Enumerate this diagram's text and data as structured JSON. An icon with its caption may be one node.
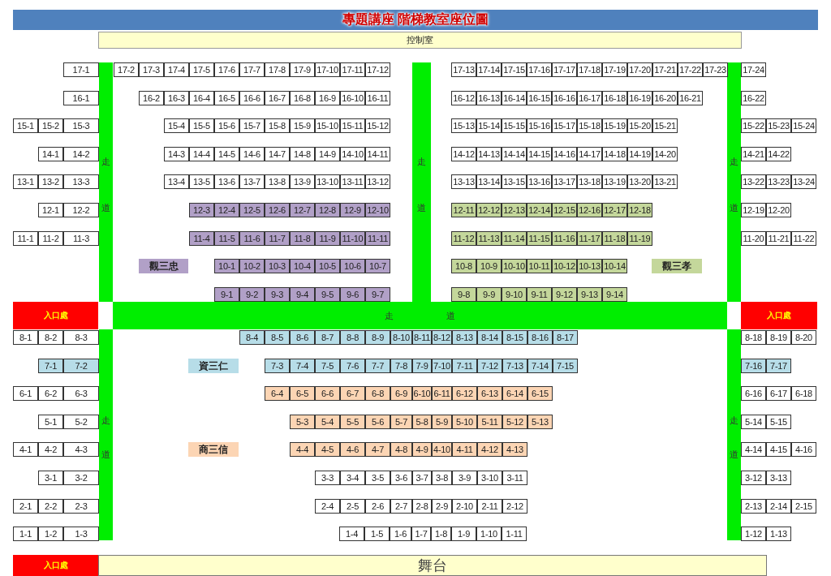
{
  "diagram": {
    "title": "專題講座 階梯教室座位圖",
    "nodes": [
      {
        "text": [
          "控制室"
        ]
      },
      {
        "text": [
          "走道"
        ]
      },
      {
        "text": [
          "走道"
        ]
      },
      {
        "text": [
          "走道"
        ]
      },
      {
        "text": [
          "17-1"
        ]
      },
      {
        "text": [
          "17-2"
        ]
      },
      {
        "text": [
          "17-3"
        ]
      },
      {
        "text": [
          "17-4"
        ]
      },
      {
        "text": [
          "17-5"
        ]
      },
      {
        "text": [
          "17-6"
        ]
      },
      {
        "text": [
          "17-7"
        ]
      },
      {
        "text": [
          "17-8"
        ]
      },
      {
        "text": [
          "17-9"
        ]
      },
      {
        "text": [
          "17-10"
        ]
      },
      {
        "text": [
          "17-11"
        ]
      },
      {
        "text": [
          "17-12"
        ]
      },
      {
        "text": [
          "17-13"
        ]
      },
      {
        "text": [
          "17-14"
        ]
      },
      {
        "text": [
          "17-15"
        ]
      },
      {
        "text": [
          "17-16"
        ]
      },
      {
        "text": [
          "17-17"
        ]
      },
      {
        "text": [
          "17-18"
        ]
      },
      {
        "text": [
          "17-19"
        ]
      },
      {
        "text": [
          "17-20"
        ]
      },
      {
        "text": [
          "17-21"
        ]
      },
      {
        "text": [
          "17-22"
        ]
      },
      {
        "text": [
          "17-23"
        ]
      },
      {
        "text": [
          "17-24"
        ]
      },
      {
        "text": [
          "16-1"
        ]
      },
      {
        "text": [
          "16-2"
        ]
      },
      {
        "text": [
          "16-3"
        ]
      },
      {
        "text": [
          "16-4"
        ]
      },
      {
        "text": [
          "16-5"
        ]
      },
      {
        "text": [
          "16-6"
        ]
      },
      {
        "text": [
          "16-7"
        ]
      },
      {
        "text": [
          "16-8"
        ]
      },
      {
        "text": [
          "16-9"
        ]
      },
      {
        "text": [
          "16-10"
        ]
      },
      {
        "text": [
          "16-11"
        ]
      },
      {
        "text": [
          "16-12"
        ]
      },
      {
        "text": [
          "16-13"
        ]
      },
      {
        "text": [
          "16-14"
        ]
      },
      {
        "text": [
          "16-15"
        ]
      },
      {
        "text": [
          "16-16"
        ]
      },
      {
        "text": [
          "16-17"
        ]
      },
      {
        "text": [
          "16-18"
        ]
      },
      {
        "text": [
          "16-19"
        ]
      },
      {
        "text": [
          "16-20"
        ]
      },
      {
        "text": [
          "16-21"
        ]
      },
      {
        "text": [
          "16-22"
        ]
      },
      {
        "text": [
          "15-1"
        ]
      },
      {
        "text": [
          "15-2"
        ]
      },
      {
        "text": [
          "15-3"
        ]
      },
      {
        "text": [
          "15-4"
        ]
      },
      {
        "text": [
          "15-5"
        ]
      },
      {
        "text": [
          "15-6"
        ]
      },
      {
        "text": [
          "15-7"
        ]
      },
      {
        "text": [
          "15-8"
        ]
      },
      {
        "text": [
          "15-9"
        ]
      },
      {
        "text": [
          "15-10"
        ]
      },
      {
        "text": [
          "15-11"
        ]
      },
      {
        "text": [
          "15-12"
        ]
      },
      {
        "text": [
          "15-13"
        ]
      },
      {
        "text": [
          "15-14"
        ]
      },
      {
        "text": [
          "15-15"
        ]
      },
      {
        "text": [
          "15-16"
        ]
      },
      {
        "text": [
          "15-17"
        ]
      },
      {
        "text": [
          "15-18"
        ]
      },
      {
        "text": [
          "15-19"
        ]
      },
      {
        "text": [
          "15-20"
        ]
      },
      {
        "text": [
          "15-21"
        ]
      },
      {
        "text": [
          "15-22"
        ]
      },
      {
        "text": [
          "15-23"
        ]
      },
      {
        "text": [
          "15-24"
        ]
      },
      {
        "text": [
          "14-1"
        ]
      },
      {
        "text": [
          "14-2"
        ]
      },
      {
        "text": [
          "14-3"
        ]
      },
      {
        "text": [
          "14-4"
        ]
      },
      {
        "text": [
          "14-5"
        ]
      },
      {
        "text": [
          "14-6"
        ]
      },
      {
        "text": [
          "14-7"
        ]
      },
      {
        "text": [
          "14-8"
        ]
      },
      {
        "text": [
          "14-9"
        ]
      },
      {
        "text": [
          "14-10"
        ]
      },
      {
        "text": [
          "14-11"
        ]
      },
      {
        "text": [
          "14-12"
        ]
      },
      {
        "text": [
          "14-13"
        ]
      },
      {
        "text": [
          "14-14"
        ]
      },
      {
        "text": [
          "14-15"
        ]
      },
      {
        "text": [
          "14-16"
        ]
      },
      {
        "text": [
          "14-17"
        ]
      },
      {
        "text": [
          "14-18"
        ]
      },
      {
        "text": [
          "14-19"
        ]
      },
      {
        "text": [
          "14-20"
        ]
      },
      {
        "text": [
          "14-21"
        ]
      },
      {
        "text": [
          "14-22"
        ]
      },
      {
        "text": [
          "13-1"
        ]
      },
      {
        "text": [
          "13-2"
        ]
      },
      {
        "text": [
          "13-3"
        ]
      },
      {
        "text": [
          "13-4"
        ]
      },
      {
        "text": [
          "13-5"
        ]
      },
      {
        "text": [
          "13-6"
        ]
      },
      {
        "text": [
          "13-7"
        ]
      },
      {
        "text": [
          "13-8"
        ]
      },
      {
        "text": [
          "13-9"
        ]
      },
      {
        "text": [
          "13-10"
        ]
      },
      {
        "text": [
          "13-11"
        ]
      },
      {
        "text": [
          "13-12"
        ]
      },
      {
        "text": [
          "13-13"
        ]
      },
      {
        "text": [
          "13-14"
        ]
      },
      {
        "text": [
          "13-15"
        ]
      },
      {
        "text": [
          "13-16"
        ]
      },
      {
        "text": [
          "13-17"
        ]
      },
      {
        "text": [
          "13-18"
        ]
      },
      {
        "text": [
          "13-19"
        ]
      },
      {
        "text": [
          "13-20"
        ]
      },
      {
        "text": [
          "13-21"
        ]
      },
      {
        "text": [
          "13-22"
        ]
      },
      {
        "text": [
          "13-23"
        ]
      },
      {
        "text": [
          "13-24"
        ]
      },
      {
        "text": [
          "12-1"
        ]
      },
      {
        "text": [
          "12-2"
        ]
      },
      {
        "text": [
          "12-3"
        ]
      },
      {
        "text": [
          "12-4"
        ]
      },
      {
        "text": [
          "12-5"
        ]
      },
      {
        "text": [
          "12-6"
        ]
      },
      {
        "text": [
          "12-7"
        ]
      },
      {
        "text": [
          "12-8"
        ]
      },
      {
        "text": [
          "12-9"
        ]
      },
      {
        "text": [
          "12-10"
        ]
      },
      {
        "text": [
          "12-11"
        ]
      },
      {
        "text": [
          "12-12"
        ]
      },
      {
        "text": [
          "12-13"
        ]
      },
      {
        "text": [
          "12-14"
        ]
      },
      {
        "text": [
          "12-15"
        ]
      },
      {
        "text": [
          "12-16"
        ]
      },
      {
        "text": [
          "12-17"
        ]
      },
      {
        "text": [
          "12-18"
        ]
      },
      {
        "text": [
          "12-19"
        ]
      },
      {
        "text": [
          "12-20"
        ]
      },
      {
        "text": [
          "11-1"
        ]
      },
      {
        "text": [
          "11-2"
        ]
      },
      {
        "text": [
          "11-3"
        ]
      },
      {
        "text": [
          "11-4"
        ]
      },
      {
        "text": [
          "11-5"
        ]
      },
      {
        "text": [
          "11-6"
        ]
      },
      {
        "text": [
          "11-7"
        ]
      },
      {
        "text": [
          "11-8"
        ]
      },
      {
        "text": [
          "11-9"
        ]
      },
      {
        "text": [
          "11-10"
        ]
      },
      {
        "text": [
          "11-11"
        ]
      },
      {
        "text": [
          "11-12"
        ]
      },
      {
        "text": [
          "11-13"
        ]
      },
      {
        "text": [
          "11-14"
        ]
      },
      {
        "text": [
          "11-15"
        ]
      },
      {
        "text": [
          "11-16"
        ]
      },
      {
        "text": [
          "11-17"
        ]
      },
      {
        "text": [
          "11-18"
        ]
      },
      {
        "text": [
          "11-19"
        ]
      },
      {
        "text": [
          "11-20"
        ]
      },
      {
        "text": [
          "11-21"
        ]
      },
      {
        "text": [
          "11-22"
        ]
      },
      {
        "text": [
          "觀三忠"
        ]
      },
      {
        "text": [
          "10-1"
        ]
      },
      {
        "text": [
          "10-2"
        ]
      },
      {
        "text": [
          "10-3"
        ]
      },
      {
        "text": [
          "10-4"
        ]
      },
      {
        "text": [
          "10-5"
        ]
      },
      {
        "text": [
          "10-6"
        ]
      },
      {
        "text": [
          "10-7"
        ]
      },
      {
        "text": [
          "10-8"
        ]
      },
      {
        "text": [
          "10-9"
        ]
      },
      {
        "text": [
          "10-10"
        ]
      },
      {
        "text": [
          "10-11"
        ]
      },
      {
        "text": [
          "10-12"
        ]
      },
      {
        "text": [
          "10-13"
        ]
      },
      {
        "text": [
          "10-14"
        ]
      },
      {
        "text": [
          "觀三孝"
        ]
      },
      {
        "text": [
          "9-1"
        ]
      },
      {
        "text": [
          "9-2"
        ]
      },
      {
        "text": [
          "9-3"
        ]
      },
      {
        "text": [
          "9-4"
        ]
      },
      {
        "text": [
          "9-5"
        ]
      },
      {
        "text": [
          "9-6"
        ]
      },
      {
        "text": [
          "9-7"
        ]
      },
      {
        "text": [
          "9-8"
        ]
      },
      {
        "text": [
          "9-9"
        ]
      },
      {
        "text": [
          "9-10"
        ]
      },
      {
        "text": [
          "9-11"
        ]
      },
      {
        "text": [
          "9-12"
        ]
      },
      {
        "text": [
          "9-13"
        ]
      },
      {
        "text": [
          "9-14"
        ]
      },
      {
        "text": [
          "入口處"
        ]
      },
      {
        "text": [
          "走道"
        ]
      },
      {
        "text": [
          "入口處"
        ]
      },
      {
        "text": [
          "走道"
        ]
      },
      {
        "text": [
          "走道"
        ]
      },
      {
        "text": [
          "8-1"
        ]
      },
      {
        "text": [
          "8-2"
        ]
      },
      {
        "text": [
          "8-3"
        ]
      },
      {
        "text": [
          "8-4"
        ]
      },
      {
        "text": [
          "8-5"
        ]
      },
      {
        "text": [
          "8-6"
        ]
      },
      {
        "text": [
          "8-7"
        ]
      },
      {
        "text": [
          "8-8"
        ]
      },
      {
        "text": [
          "8-9"
        ]
      },
      {
        "text": [
          "8-10"
        ]
      },
      {
        "text": [
          "8-11"
        ]
      },
      {
        "text": [
          "8-12"
        ]
      },
      {
        "text": [
          "8-13"
        ]
      },
      {
        "text": [
          "8-14"
        ]
      },
      {
        "text": [
          "8-15"
        ]
      },
      {
        "text": [
          "8-16"
        ]
      },
      {
        "text": [
          "8-17"
        ]
      },
      {
        "text": [
          "8-18"
        ]
      },
      {
        "text": [
          "8-19"
        ]
      },
      {
        "text": [
          "8-20"
        ]
      },
      {
        "text": [
          "7-1"
        ]
      },
      {
        "text": [
          "7-2"
        ]
      },
      {
        "text": [
          "資三仁"
        ]
      },
      {
        "text": [
          "7-3"
        ]
      },
      {
        "text": [
          "7-4"
        ]
      },
      {
        "text": [
          "7-5"
        ]
      },
      {
        "text": [
          "7-6"
        ]
      },
      {
        "text": [
          "7-7"
        ]
      },
      {
        "text": [
          "7-8"
        ]
      },
      {
        "text": [
          "7-9"
        ]
      },
      {
        "text": [
          "7-10"
        ]
      },
      {
        "text": [
          "7-11"
        ]
      },
      {
        "text": [
          "7-12"
        ]
      },
      {
        "text": [
          "7-13"
        ]
      },
      {
        "text": [
          "7-14"
        ]
      },
      {
        "text": [
          "7-15"
        ]
      },
      {
        "text": [
          "7-16"
        ]
      },
      {
        "text": [
          "7-17"
        ]
      },
      {
        "text": [
          "6-1"
        ]
      },
      {
        "text": [
          "6-2"
        ]
      },
      {
        "text": [
          "6-3"
        ]
      },
      {
        "text": [
          "6-4"
        ]
      },
      {
        "text": [
          "6-5"
        ]
      },
      {
        "text": [
          "6-6"
        ]
      },
      {
        "text": [
          "6-7"
        ]
      },
      {
        "text": [
          "6-8"
        ]
      },
      {
        "text": [
          "6-9"
        ]
      },
      {
        "text": [
          "6-10"
        ]
      },
      {
        "text": [
          "6-11"
        ]
      },
      {
        "text": [
          "6-12"
        ]
      },
      {
        "text": [
          "6-13"
        ]
      },
      {
        "text": [
          "6-14"
        ]
      },
      {
        "text": [
          "6-15"
        ]
      },
      {
        "text": [
          "6-16"
        ]
      },
      {
        "text": [
          "6-17"
        ]
      },
      {
        "text": [
          "6-18"
        ]
      },
      {
        "text": [
          "5-1"
        ]
      },
      {
        "text": [
          "5-2"
        ]
      },
      {
        "text": [
          "5-3"
        ]
      },
      {
        "text": [
          "5-4"
        ]
      },
      {
        "text": [
          "5-5"
        ]
      },
      {
        "text": [
          "5-6"
        ]
      },
      {
        "text": [
          "5-7"
        ]
      },
      {
        "text": [
          "5-8"
        ]
      },
      {
        "text": [
          "5-9"
        ]
      },
      {
        "text": [
          "5-10"
        ]
      },
      {
        "text": [
          "5-11"
        ]
      },
      {
        "text": [
          "5-12"
        ]
      },
      {
        "text": [
          "5-13"
        ]
      },
      {
        "text": [
          "5-14"
        ]
      },
      {
        "text": [
          "5-15"
        ]
      },
      {
        "text": [
          "4-1"
        ]
      },
      {
        "text": [
          "4-2"
        ]
      },
      {
        "text": [
          "4-3"
        ]
      },
      {
        "text": [
          "商三信"
        ]
      },
      {
        "text": [
          "4-4"
        ]
      },
      {
        "text": [
          "4-5"
        ]
      },
      {
        "text": [
          "4-6"
        ]
      },
      {
        "text": [
          "4-7"
        ]
      },
      {
        "text": [
          "4-8"
        ]
      },
      {
        "text": [
          "4-9"
        ]
      },
      {
        "text": [
          "4-10"
        ]
      },
      {
        "text": [
          "4-11"
        ]
      },
      {
        "text": [
          "4-12"
        ]
      },
      {
        "text": [
          "4-13"
        ]
      },
      {
        "text": [
          "4-14"
        ]
      },
      {
        "text": [
          "4-15"
        ]
      },
      {
        "text": [
          "4-16"
        ]
      },
      {
        "text": [
          "3-1"
        ]
      },
      {
        "text": [
          "3-2"
        ]
      },
      {
        "text": [
          "3-3"
        ]
      },
      {
        "text": [
          "3-4"
        ]
      },
      {
        "text": [
          "3-5"
        ]
      },
      {
        "text": [
          "3-6"
        ]
      },
      {
        "text": [
          "3-7"
        ]
      },
      {
        "text": [
          "3-8"
        ]
      },
      {
        "text": [
          "3-9"
        ]
      },
      {
        "text": [
          "3-10"
        ]
      },
      {
        "text": [
          "3-11"
        ]
      },
      {
        "text": [
          "3-12"
        ]
      },
      {
        "text": [
          "3-13"
        ]
      },
      {
        "text": [
          "2-1"
        ]
      },
      {
        "text": [
          "2-2"
        ]
      },
      {
        "text": [
          "2-3"
        ]
      },
      {
        "text": [
          "2-4"
        ]
      },
      {
        "text": [
          "2-5"
        ]
      },
      {
        "text": [
          "2-6"
        ]
      },
      {
        "text": [
          "2-7"
        ]
      },
      {
        "text": [
          "2-8"
        ]
      },
      {
        "text": [
          "2-9"
        ]
      },
      {
        "text": [
          "2-10"
        ]
      },
      {
        "text": [
          "2-11"
        ]
      },
      {
        "text": [
          "2-12"
        ]
      },
      {
        "text": [
          "2-13"
        ]
      },
      {
        "text": [
          "2-14"
        ]
      },
      {
        "text": [
          "2-15"
        ]
      },
      {
        "text": [
          "1-1"
        ]
      },
      {
        "text": [
          "1-2"
        ]
      },
      {
        "text": [
          "1-3"
        ]
      },
      {
        "text": [
          "1-4"
        ]
      },
      {
        "text": [
          "1-5"
        ]
      },
      {
        "text": [
          "1-6"
        ]
      },
      {
        "text": [
          "1-7"
        ]
      },
      {
        "text": [
          "1-8"
        ]
      },
      {
        "text": [
          "1-9"
        ]
      },
      {
        "text": [
          "1-10"
        ]
      },
      {
        "text": [
          "1-11"
        ]
      },
      {
        "text": [
          "1-12"
        ]
      },
      {
        "text": [
          "1-13"
        ]
      },
      {
        "text": [
          "入口處"
        ]
      },
      {
        "text": [
          "舞台"
        ]
      }
    ]
  }
}
